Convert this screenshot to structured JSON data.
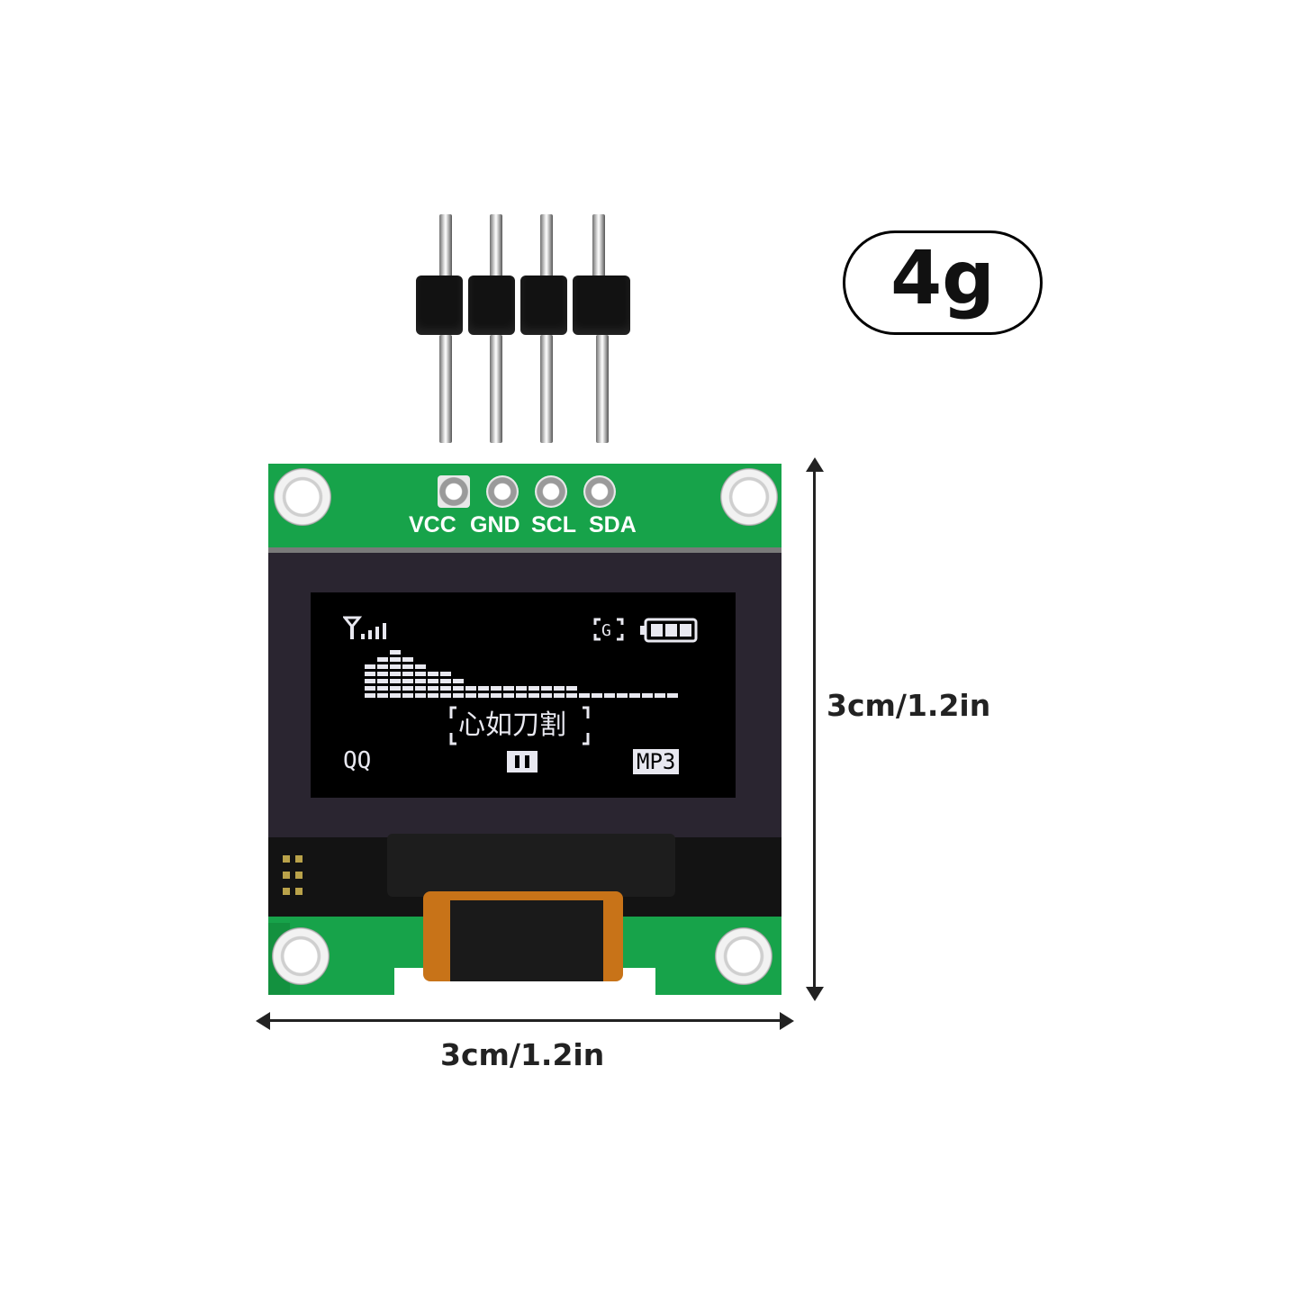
{
  "weight": "4g",
  "pins": [
    "VCC",
    "GND",
    "SCL",
    "SDA"
  ],
  "oled": {
    "song_title": "心如刀割",
    "left_label": "QQ",
    "format_label": "MP3"
  },
  "dimensions": {
    "height": "3cm/1.2in",
    "width": "3cm/1.2in"
  },
  "colors": {
    "pcb": "#17a34a",
    "ribbon": "#c87318",
    "oled_text": "#e8e8f0"
  }
}
